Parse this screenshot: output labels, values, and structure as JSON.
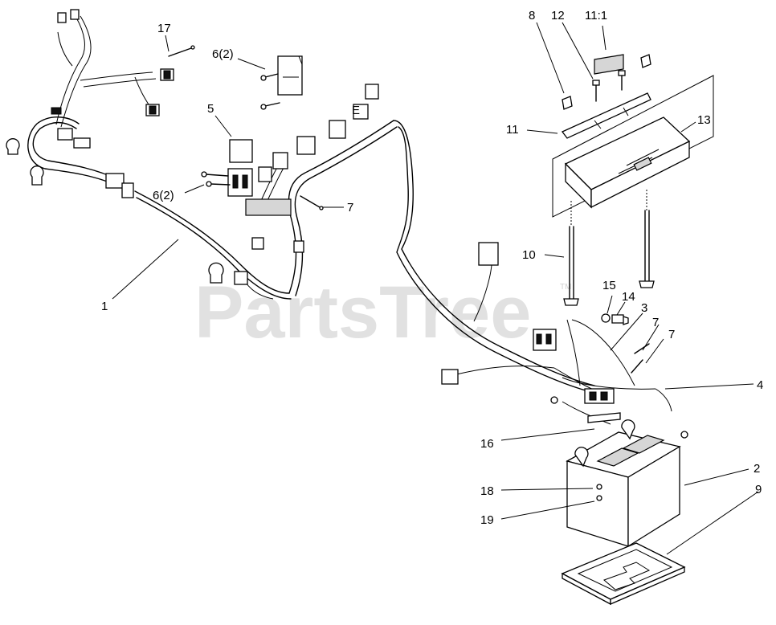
{
  "watermark": {
    "text": "PartsTree",
    "mark": "TM"
  },
  "callouts": [
    {
      "id": "c1",
      "label": "1"
    },
    {
      "id": "c2",
      "label": "2"
    },
    {
      "id": "c3",
      "label": "3"
    },
    {
      "id": "c4",
      "label": "4"
    },
    {
      "id": "c5",
      "label": "5"
    },
    {
      "id": "c6a",
      "label": "6(2)"
    },
    {
      "id": "c6b",
      "label": "6(2)"
    },
    {
      "id": "c7a",
      "label": "7"
    },
    {
      "id": "c7b",
      "label": "7"
    },
    {
      "id": "c7c",
      "label": "7"
    },
    {
      "id": "c8",
      "label": "8"
    },
    {
      "id": "c9",
      "label": "9"
    },
    {
      "id": "c10",
      "label": "10"
    },
    {
      "id": "c11",
      "label": "11"
    },
    {
      "id": "c11b",
      "label": "11:1"
    },
    {
      "id": "c12",
      "label": "12"
    },
    {
      "id": "c13",
      "label": "13"
    },
    {
      "id": "c14",
      "label": "14"
    },
    {
      "id": "c15",
      "label": "15"
    },
    {
      "id": "c16",
      "label": "16"
    },
    {
      "id": "c17",
      "label": "17"
    },
    {
      "id": "c18",
      "label": "18"
    },
    {
      "id": "c19",
      "label": "19"
    }
  ],
  "connector_letter": "E"
}
